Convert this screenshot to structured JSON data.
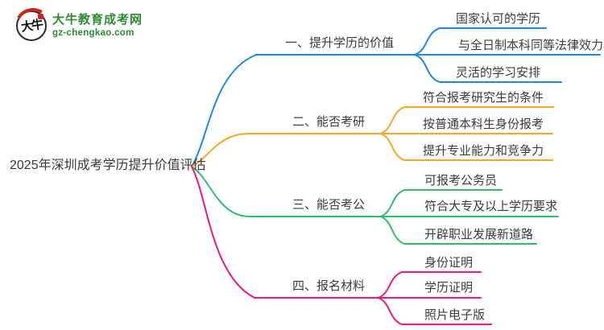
{
  "logo": {
    "icon_text": "大牛",
    "title": "大牛教育成考网",
    "domain": "gz-chengkao.com",
    "brand_color": "#2e8b33",
    "seal_color": "#c8281e"
  },
  "root": {
    "label": "2025年深圳成考学历提升价值评估"
  },
  "text_color": "#3d3d3d",
  "branches": [
    {
      "label": "一、提升学历的价值",
      "color": "#1e88e5",
      "children": [
        "国家认可的学历",
        "与全日制本科同等法律效力",
        "灵活的学习安排"
      ]
    },
    {
      "label": "二、能否考研",
      "color": "#f5a623",
      "children": [
        "符合报考研究生的条件",
        "按普通本科生身份报考",
        "提升专业能力和竞争力"
      ]
    },
    {
      "label": "三、能否考公",
      "color": "#2ebe6b",
      "children": [
        "可报考公务员",
        "符合大专及以上学历要求",
        "开辟职业发展新道路"
      ]
    },
    {
      "label": "四、报名材料",
      "color": "#f0197b",
      "children": [
        "身份证明",
        "学历证明",
        "照片电子版"
      ]
    }
  ]
}
